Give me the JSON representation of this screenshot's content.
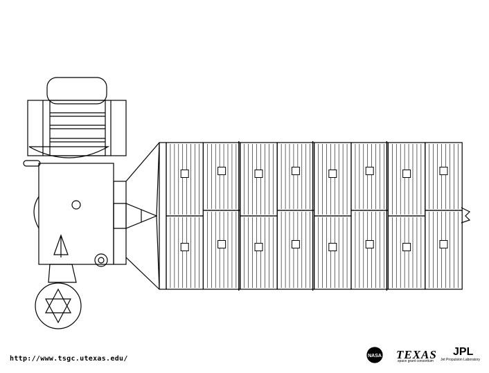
{
  "footer": {
    "url": "http://www.tsgc.utexas.edu/"
  },
  "logos": {
    "nasa": "NASA",
    "texas": "TEXAS",
    "texas_sub": "space grant consortium",
    "jpl": "JPL",
    "jpl_sub": "Jet Propulsion Laboratory"
  },
  "colors": {
    "line": "#000000",
    "background": "#ffffff"
  }
}
